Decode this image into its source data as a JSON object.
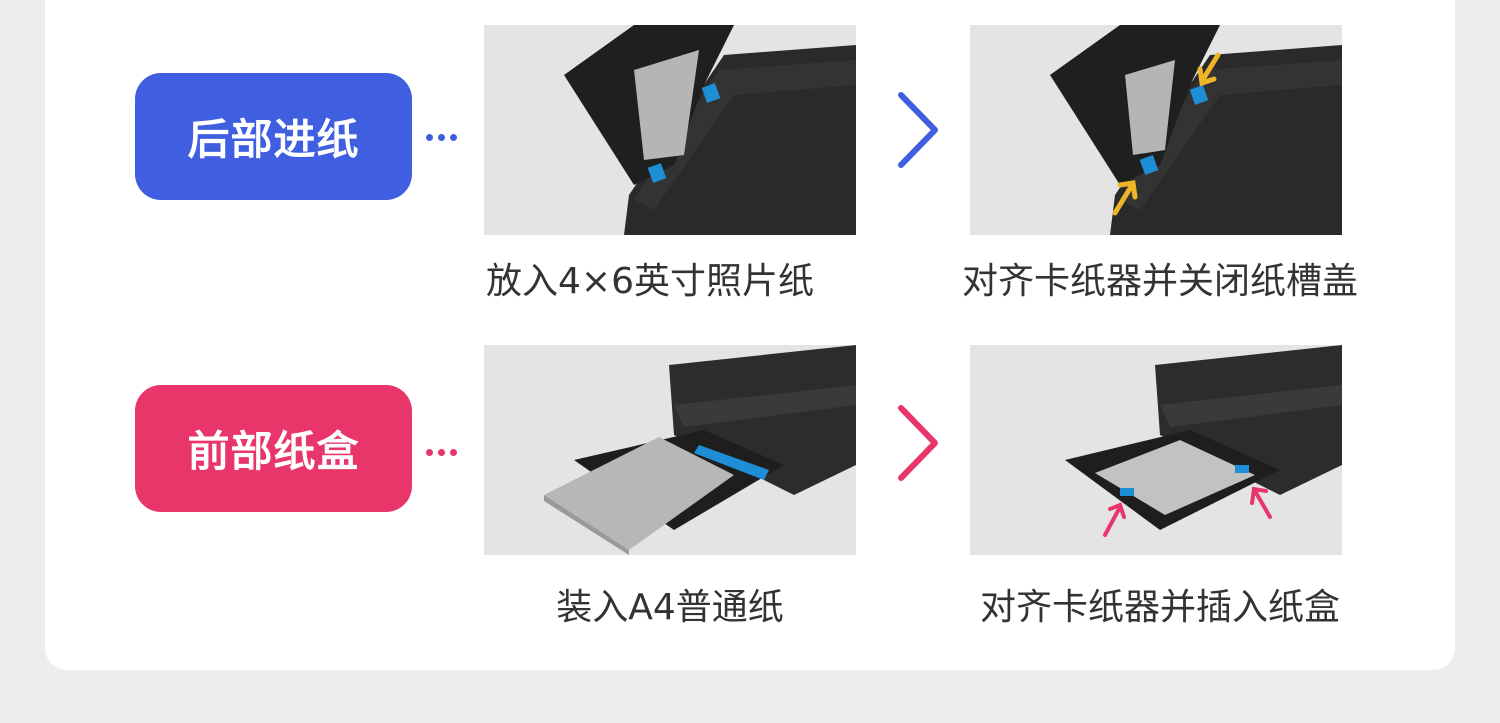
{
  "colors": {
    "rear_accent": "#3f5fe0",
    "front_accent": "#e8356a",
    "card_background": "#ffffff",
    "page_background": "#ededed",
    "arrow_yellow": "#f0b428",
    "guide_blue": "#1e8fd6"
  },
  "rear_feed": {
    "label": "后部进纸",
    "steps": [
      {
        "caption": "放入4×6英寸照片纸",
        "image": "printer-rear-tray-photo-paper"
      },
      {
        "caption": "对齐卡纸器并关闭纸槽盖",
        "image": "printer-rear-tray-guides-aligned"
      }
    ],
    "separator_icon": "chevron-right-icon"
  },
  "front_cassette": {
    "label": "前部纸盒",
    "steps": [
      {
        "caption": "装入A4普通纸",
        "image": "printer-front-cassette-a4-paper"
      },
      {
        "caption": "对齐卡纸器并插入纸盒",
        "image": "printer-front-cassette-guides-aligned"
      }
    ],
    "separator_icon": "chevron-right-icon"
  }
}
